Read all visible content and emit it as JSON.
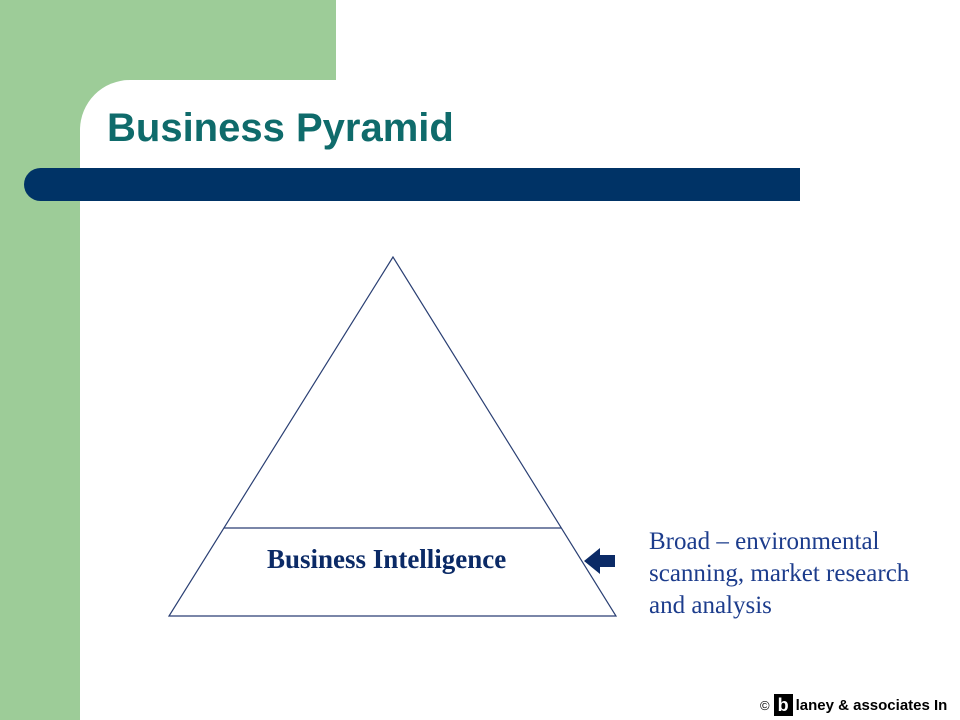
{
  "slide": {
    "title": "Business Pyramid",
    "pyramid_label": "Business Intelligence",
    "description": "Broad – environmental scanning, market research and analysis"
  },
  "footer": {
    "copyright_symbol": "©",
    "logo_letter": "b",
    "company": "laney & associates In"
  },
  "colors": {
    "sidebar_green": "#9dcc98",
    "title_teal": "#0f6b6b",
    "bar_navy": "#003366",
    "label_navy": "#0b2a66",
    "description_blue": "#1c3c8c",
    "pyramid_stroke": "#2a3f73"
  },
  "icons": {
    "pointer_arrow": "arrow-left-icon"
  }
}
